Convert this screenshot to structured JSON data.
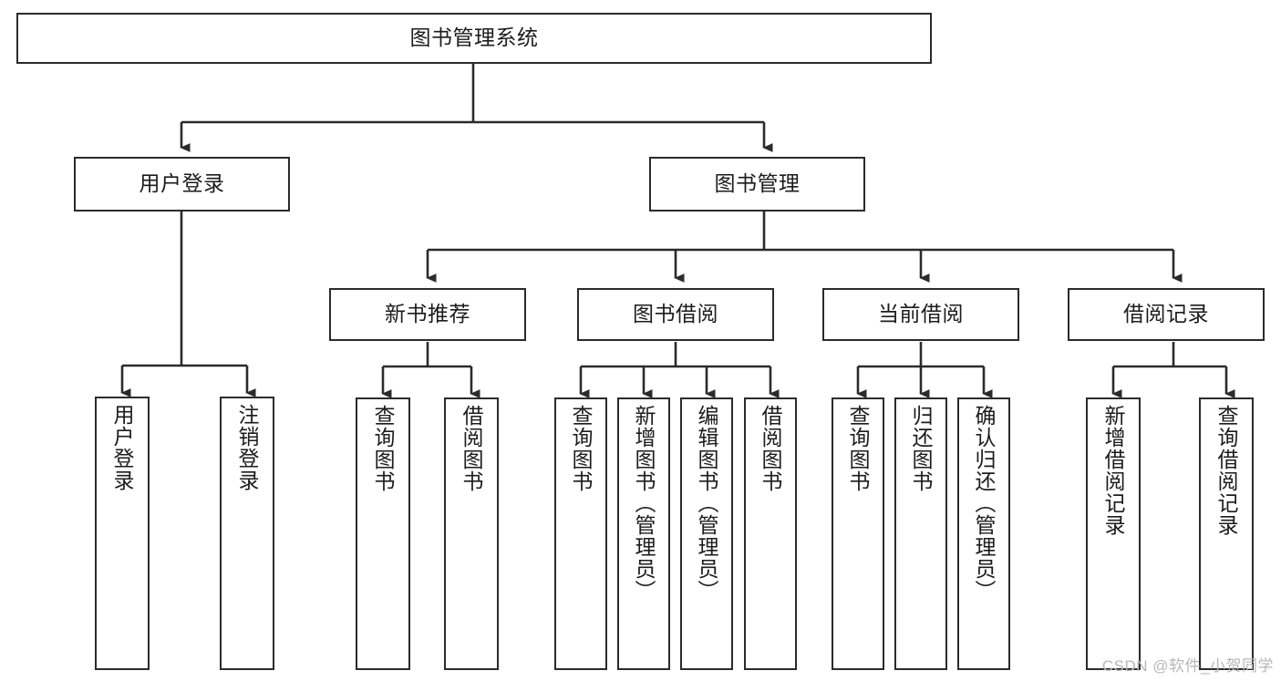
{
  "diagram": {
    "title": "图书管理系统",
    "type": "tree-hierarchy",
    "root": {
      "id": "root",
      "label": "图书管理系统"
    },
    "level2": [
      {
        "id": "user-login",
        "label": "用户登录"
      },
      {
        "id": "book-manage",
        "label": "图书管理"
      }
    ],
    "level3": [
      {
        "id": "new-book-recommend",
        "label": "新书推荐",
        "parent": "book-manage"
      },
      {
        "id": "book-borrow",
        "label": "图书借阅",
        "parent": "book-manage"
      },
      {
        "id": "current-borrow",
        "label": "当前借阅",
        "parent": "book-manage"
      },
      {
        "id": "borrow-record",
        "label": "借阅记录",
        "parent": "book-manage"
      }
    ],
    "leaves": [
      {
        "id": "leaf-user-login",
        "label": "用户登录",
        "parent": "user-login"
      },
      {
        "id": "leaf-logout",
        "label": "注销登录",
        "parent": "user-login"
      },
      {
        "id": "leaf-query-book-1",
        "label": "查询图书",
        "parent": "new-book-recommend"
      },
      {
        "id": "leaf-borrow-book-1",
        "label": "借阅图书",
        "parent": "new-book-recommend"
      },
      {
        "id": "leaf-query-book-2",
        "label": "查询图书",
        "parent": "book-borrow"
      },
      {
        "id": "leaf-add-book",
        "label": "新增图书（管理员）",
        "parent": "book-borrow"
      },
      {
        "id": "leaf-edit-book",
        "label": "编辑图书（管理员）",
        "parent": "book-borrow"
      },
      {
        "id": "leaf-borrow-book-2",
        "label": "借阅图书",
        "parent": "book-borrow"
      },
      {
        "id": "leaf-query-book-3",
        "label": "查询图书",
        "parent": "current-borrow"
      },
      {
        "id": "leaf-return-book",
        "label": "归还图书",
        "parent": "current-borrow"
      },
      {
        "id": "leaf-confirm-return",
        "label": "确认归还（管理员）",
        "parent": "current-borrow"
      },
      {
        "id": "leaf-add-record",
        "label": "新增借阅记录",
        "parent": "borrow-record"
      },
      {
        "id": "leaf-query-record",
        "label": "查询借阅记录",
        "parent": "borrow-record"
      }
    ]
  },
  "watermark": {
    "text": "CSDN @软件_小贺同学"
  },
  "colors": {
    "box_border": "#2b2b2b",
    "box_fill": "#ffffff",
    "text": "#1c1c1c",
    "connector": "#2b2b2b",
    "watermark": "#b7b7b7",
    "background": "#ffffff"
  }
}
